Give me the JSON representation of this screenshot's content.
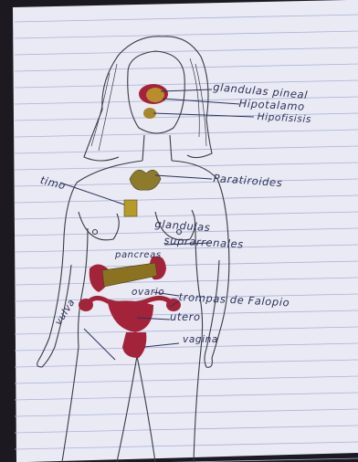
{
  "labels": {
    "pineal": "glandulas pineal",
    "hipotalamo": "Hipotalamo",
    "hipofisis": "Hipofisisis",
    "timo": "timo",
    "paratiroides": "Paratiroides",
    "suprarrenales_1": "glandulas",
    "suprarrenales_2": "suprarrenales",
    "pancreas": "pancreas",
    "ovario": "ovario",
    "trompas": "trompas de Falopio",
    "utero": "utero",
    "vulva": "vulva",
    "vagina": "vagina"
  },
  "colors": {
    "paper": "#e9eaf4",
    "ruled_line": "#a9b2d6",
    "pencil": "#3a3a46",
    "pen_ink": "#2c3158",
    "red_organ": "#a3243a",
    "yellow_organ": "#bda02a",
    "background": "#1c1a20"
  }
}
